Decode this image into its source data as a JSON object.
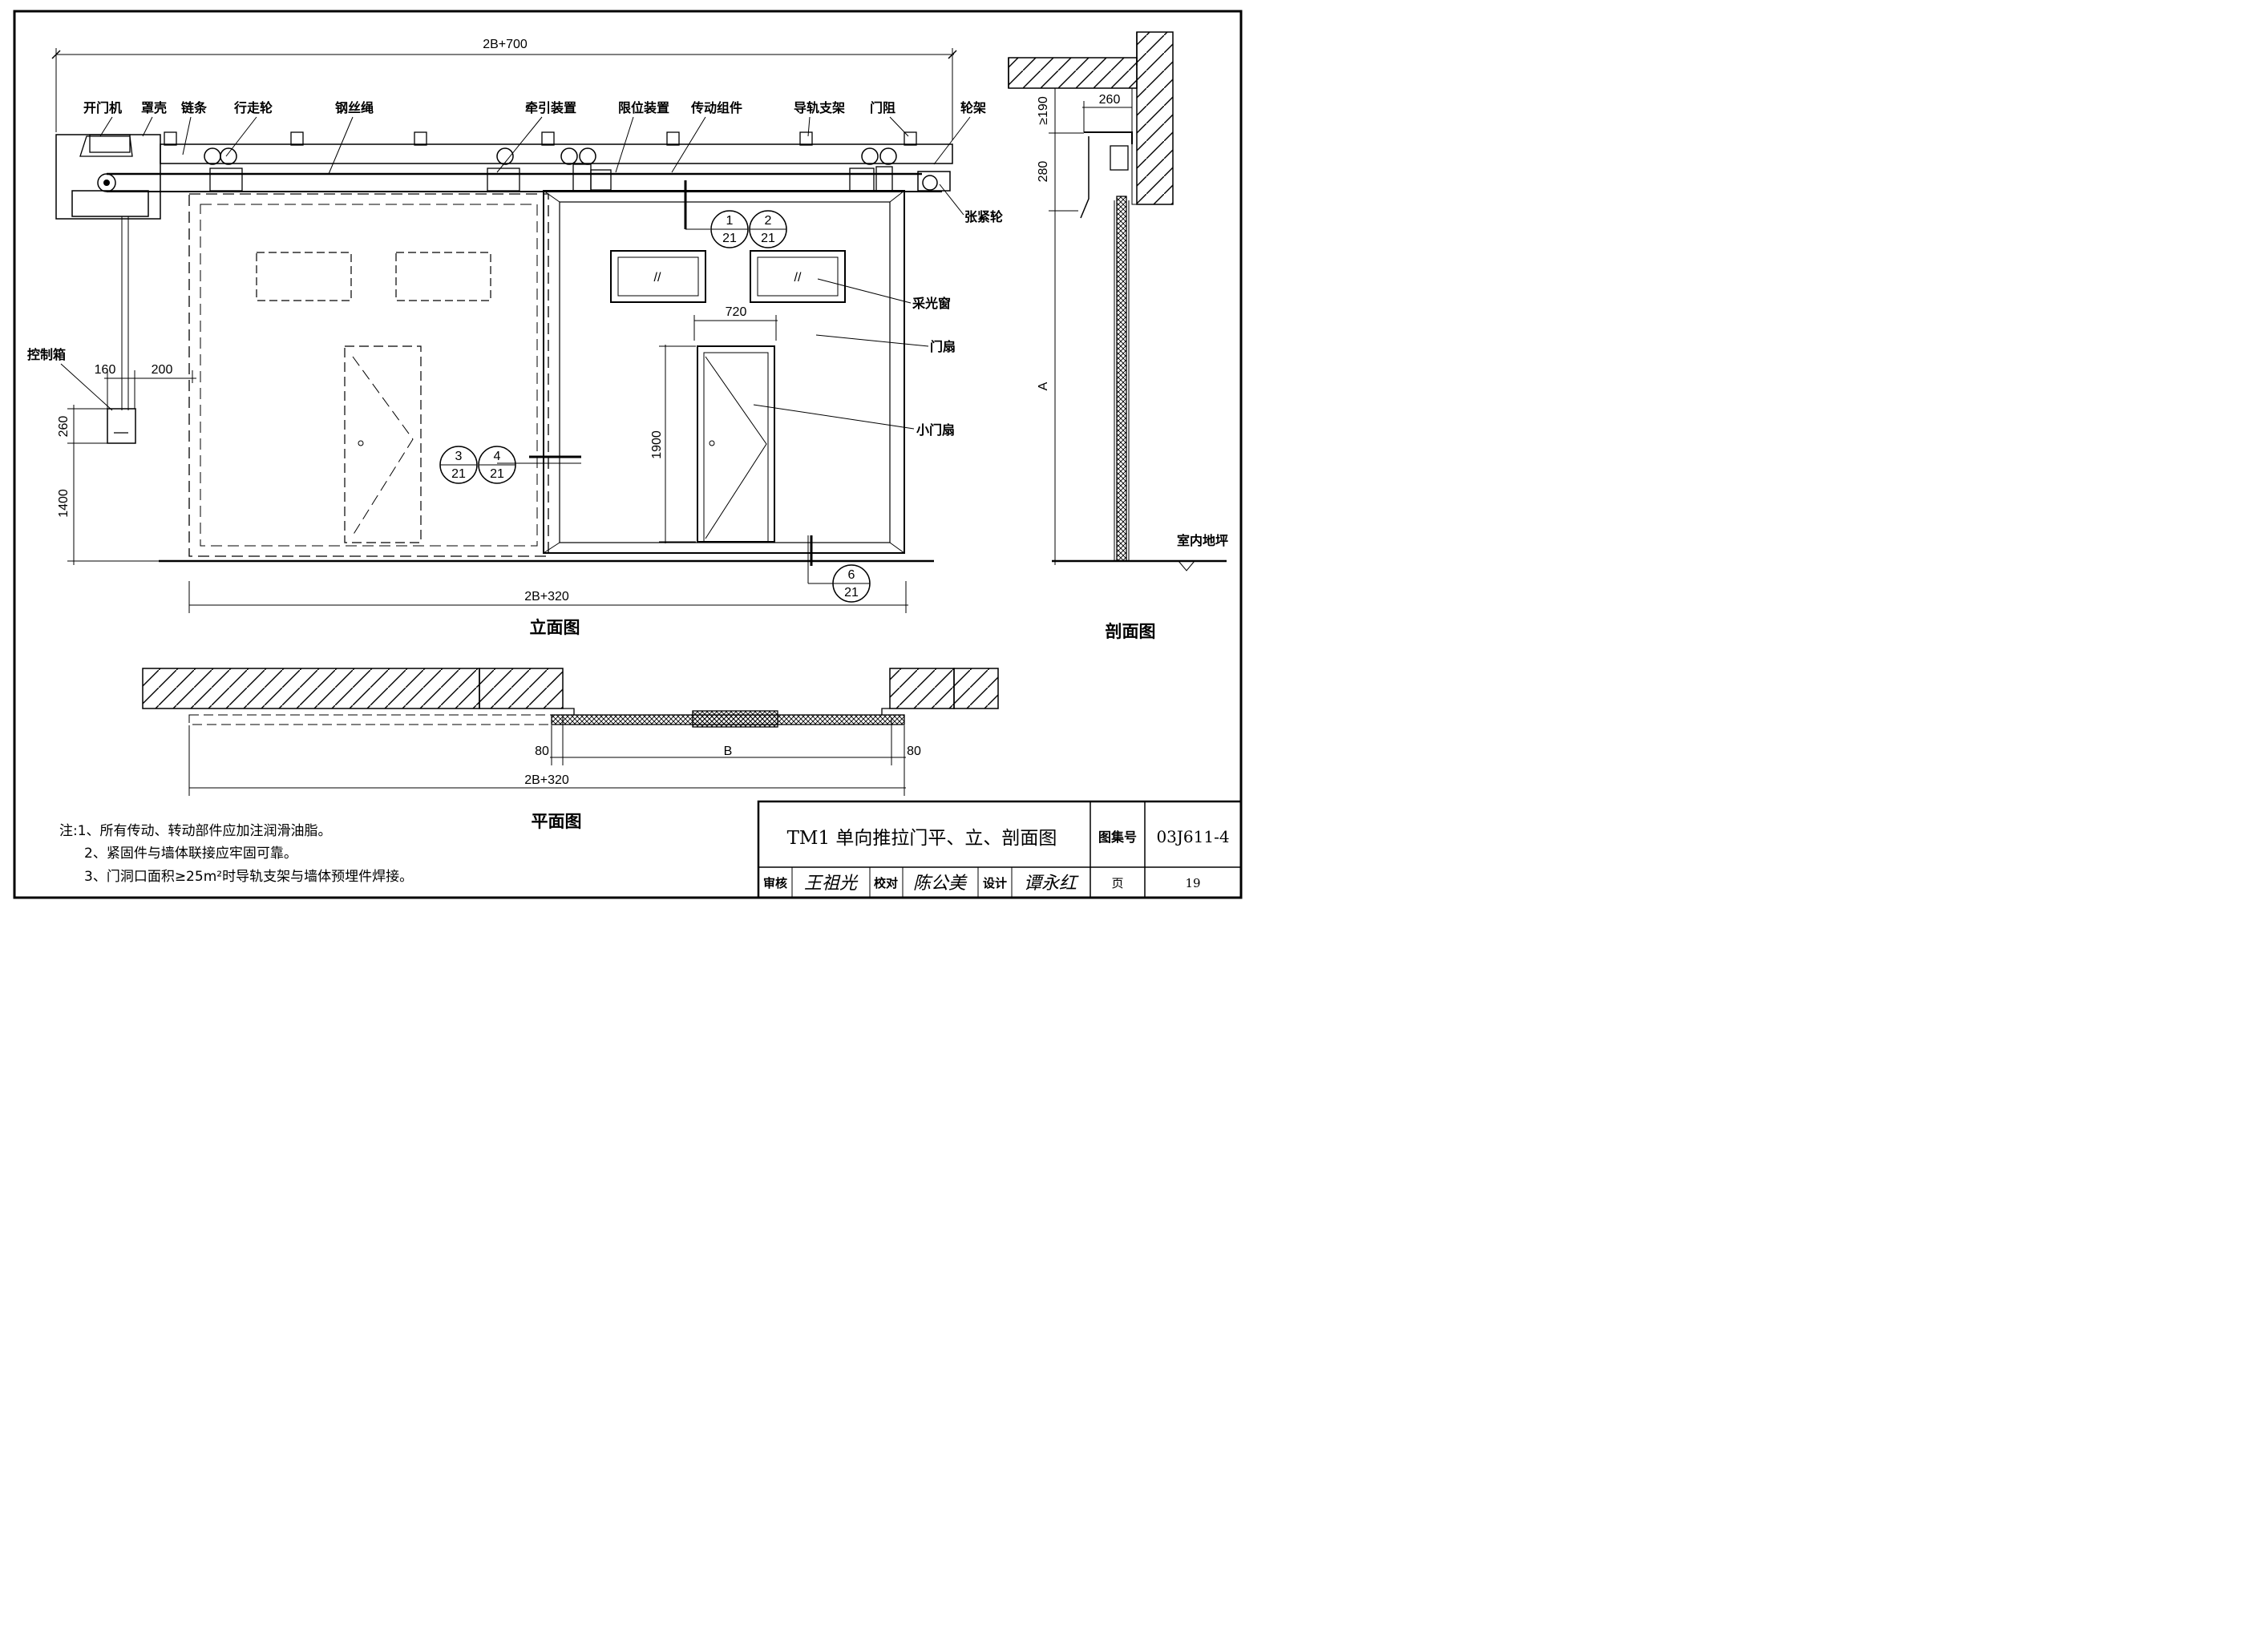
{
  "dimensions": {
    "overall_top": "2B+700",
    "elev_bottom": "2B+320",
    "plan_bottom": "2B+320",
    "plan_opening": "B",
    "plan_left": "80",
    "plan_right": "80",
    "box_w1": "160",
    "box_w2": "200",
    "box_h": "260",
    "box_elev": "1400",
    "wicket_w": "720",
    "wicket_h": "1900",
    "sec_260": "260",
    "sec_190": "≥190",
    "sec_280": "280",
    "sec_A": "A"
  },
  "labels": {
    "opener": "开门机",
    "cover": "罩壳",
    "chain": "链条",
    "walk_wheel": "行走轮",
    "wire_rope": "钢丝绳",
    "traction": "牵引装置",
    "limit": "限位装置",
    "drive": "传动组件",
    "rail_bracket": "导轨支架",
    "stopper": "门阻",
    "wheel_frame": "轮架",
    "tension_wheel": "张紧轮",
    "control_box": "控制箱",
    "light_window": "采光窗",
    "door_leaf": "门扇",
    "wicket_door": "小门扇",
    "indoor_floor": "室内地坪"
  },
  "callouts": [
    {
      "num": "1",
      "page": "21"
    },
    {
      "num": "2",
      "page": "21"
    },
    {
      "num": "3",
      "page": "21"
    },
    {
      "num": "4",
      "page": "21"
    },
    {
      "num": "6",
      "page": "21"
    }
  ],
  "view_titles": {
    "elevation": "立面图",
    "section": "剖面图",
    "plan": "平面图"
  },
  "notes": [
    "注:1、所有传动、转动部件应加注润滑油脂。",
    "2、紧固件与墙体联接应牢固可靠。",
    "3、门洞口面积≥25m²时导轨支架与墙体预埋件焊接。"
  ],
  "title_block": {
    "drawing_title": "TM1 单向推拉门平、立、剖面图",
    "atlas_label": "图集号",
    "atlas_no": "03J611-4",
    "review_label": "审核",
    "reviewer": "王祖光",
    "check_label": "校对",
    "checker": "陈公美",
    "design_label": "设计",
    "designer": "谭永红",
    "page_label": "页",
    "page_no": "19"
  }
}
